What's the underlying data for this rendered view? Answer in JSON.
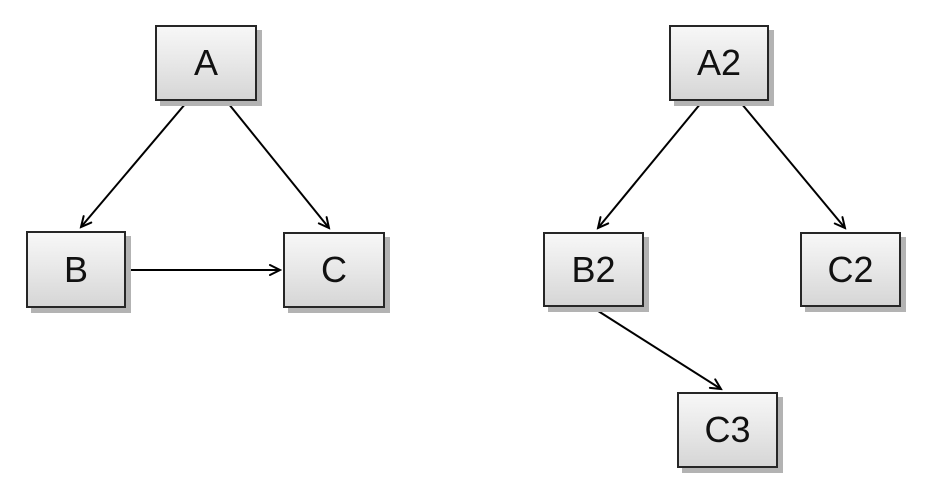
{
  "page": {
    "background_color": "#ffffff"
  },
  "style": {
    "node_border_color": "#262626",
    "node_fill_top": "#f7f7f7",
    "node_fill_bottom": "#d6d6d6",
    "node_shadow_color": "#b3b3b3",
    "edge_color": "#000000",
    "label_color": "#111111"
  },
  "diagram_left": {
    "nodes": [
      {
        "id": "A",
        "label": "A"
      },
      {
        "id": "B",
        "label": "B"
      },
      {
        "id": "C",
        "label": "C"
      }
    ],
    "edges": [
      {
        "from": "A",
        "to": "B"
      },
      {
        "from": "A",
        "to": "C"
      },
      {
        "from": "B",
        "to": "C"
      }
    ]
  },
  "diagram_right": {
    "nodes": [
      {
        "id": "A2",
        "label": "A2"
      },
      {
        "id": "B2",
        "label": "B2"
      },
      {
        "id": "C2",
        "label": "C2"
      },
      {
        "id": "C3",
        "label": "C3"
      }
    ],
    "edges": [
      {
        "from": "A2",
        "to": "B2"
      },
      {
        "from": "A2",
        "to": "C2"
      },
      {
        "from": "B2",
        "to": "C3"
      }
    ]
  }
}
